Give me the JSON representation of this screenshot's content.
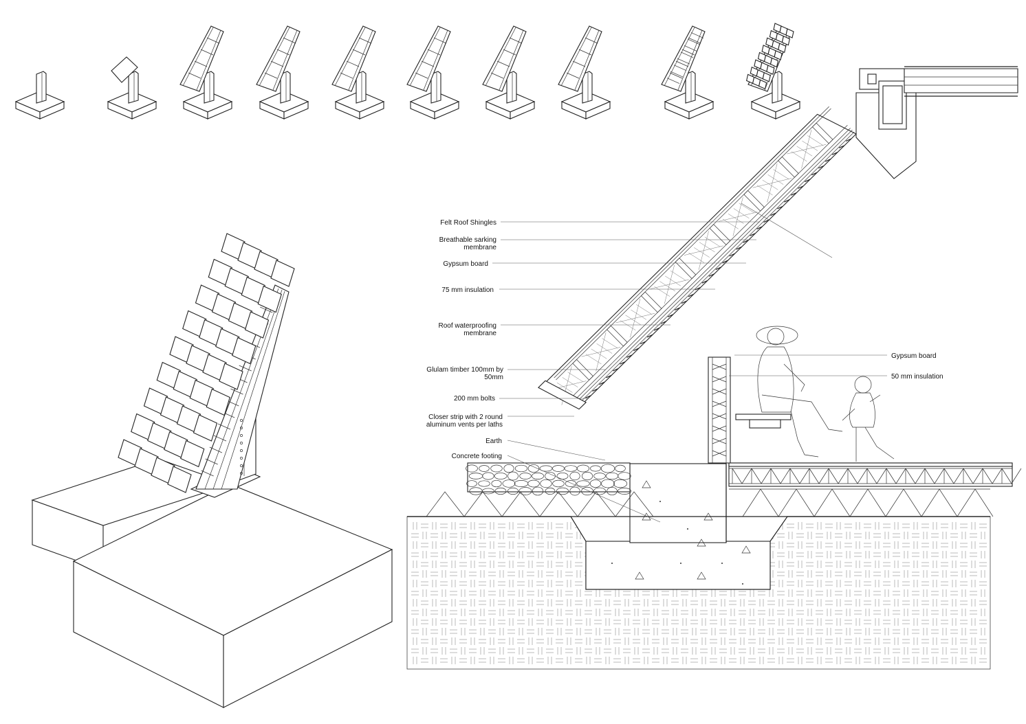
{
  "section_labels_left": [
    {
      "id": "felt-roof-shingles",
      "lines": [
        "Felt Roof Shingles"
      ]
    },
    {
      "id": "breathable-sarking",
      "lines": [
        "Breathable sarking",
        "membrane"
      ]
    },
    {
      "id": "gypsum-board-left",
      "lines": [
        "Gypsum board"
      ]
    },
    {
      "id": "insulation-75",
      "lines": [
        "75 mm insulation"
      ]
    },
    {
      "id": "roof-waterproofing",
      "lines": [
        "Roof waterproofing",
        "membrane"
      ]
    },
    {
      "id": "glulam-timber",
      "lines": [
        "Glulam timber 100mm by",
        "50mm"
      ]
    },
    {
      "id": "bolts-200",
      "lines": [
        "200 mm bolts"
      ]
    },
    {
      "id": "closer-strip",
      "lines": [
        "Closer strip with 2 round",
        "aluminum vents per laths"
      ]
    },
    {
      "id": "earth",
      "lines": [
        "Earth"
      ]
    },
    {
      "id": "concrete-footing",
      "lines": [
        "Concrete footing"
      ]
    }
  ],
  "section_labels_right": [
    {
      "id": "gypsum-board-right",
      "lines": [
        "Gypsum board"
      ]
    },
    {
      "id": "insulation-50",
      "lines": [
        "50 mm insulation"
      ]
    }
  ],
  "assembly_sequence_steps": 10
}
